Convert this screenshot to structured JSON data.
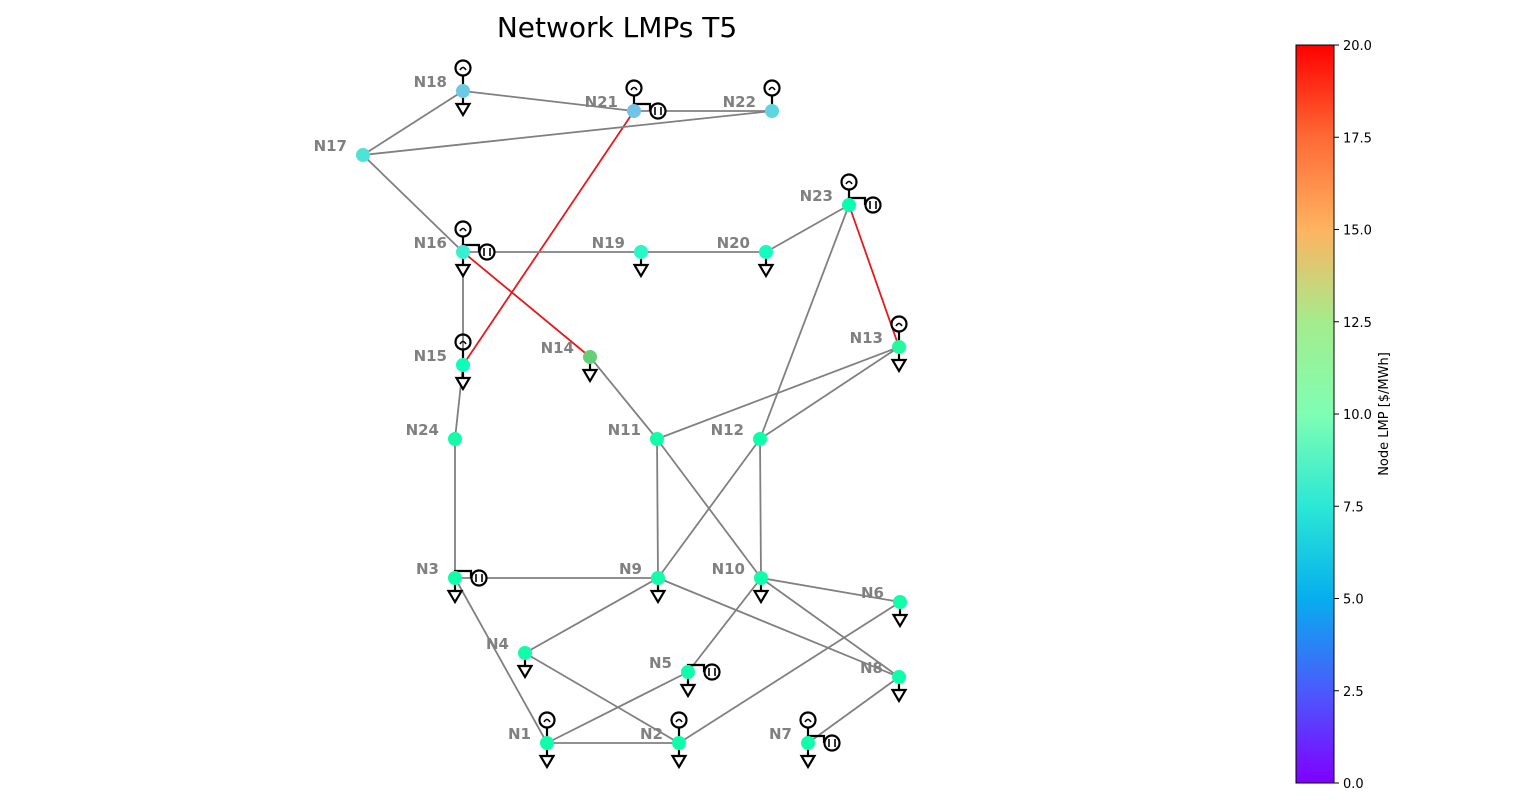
{
  "title": "Network LMPs T5",
  "colorbar": {
    "label": "Node LMP [$/MWh]",
    "min": 0.0,
    "max": 20.0,
    "colormap": "rainbow",
    "ticks": [
      "0.0",
      "2.5",
      "5.0",
      "7.5",
      "10.0",
      "12.5",
      "15.0",
      "17.5",
      "20.0"
    ]
  },
  "colors": {
    "line_normal": "#808080",
    "line_congested": "#e41a1c",
    "label": "#808080",
    "symbol": "#000000"
  },
  "nodes": [
    {
      "id": "N1",
      "lmp": 10.6,
      "gen": true,
      "load": true,
      "storage": false
    },
    {
      "id": "N2",
      "lmp": 10.6,
      "gen": true,
      "load": true,
      "storage": false
    },
    {
      "id": "N3",
      "lmp": 10.8,
      "gen": false,
      "load": true,
      "storage": true
    },
    {
      "id": "N4",
      "lmp": 10.7,
      "gen": false,
      "load": true,
      "storage": false
    },
    {
      "id": "N5",
      "lmp": 10.6,
      "gen": false,
      "load": true,
      "storage": true
    },
    {
      "id": "N6",
      "lmp": 10.7,
      "gen": false,
      "load": true,
      "storage": false
    },
    {
      "id": "N7",
      "lmp": 10.6,
      "gen": true,
      "load": true,
      "storage": true
    },
    {
      "id": "N8",
      "lmp": 10.6,
      "gen": false,
      "load": true,
      "storage": false
    },
    {
      "id": "N9",
      "lmp": 10.7,
      "gen": false,
      "load": true,
      "storage": false
    },
    {
      "id": "N10",
      "lmp": 10.6,
      "gen": false,
      "load": true,
      "storage": false
    },
    {
      "id": "N11",
      "lmp": 10.7,
      "gen": false,
      "load": false,
      "storage": false
    },
    {
      "id": "N12",
      "lmp": 10.6,
      "gen": false,
      "load": false,
      "storage": false
    },
    {
      "id": "N13",
      "lmp": 11.3,
      "gen": true,
      "load": true,
      "storage": false
    },
    {
      "id": "N14",
      "lmp": 14.0,
      "gen": false,
      "load": true,
      "storage": false
    },
    {
      "id": "N15",
      "lmp": 9.5,
      "gen": true,
      "load": true,
      "storage": false
    },
    {
      "id": "N16",
      "lmp": 7.8,
      "gen": true,
      "load": true,
      "storage": true
    },
    {
      "id": "N17",
      "lmp": 7.0,
      "gen": false,
      "load": false,
      "storage": false
    },
    {
      "id": "N18",
      "lmp": 5.8,
      "gen": true,
      "load": true,
      "storage": false
    },
    {
      "id": "N19",
      "lmp": 8.5,
      "gen": false,
      "load": true,
      "storage": false
    },
    {
      "id": "N20",
      "lmp": 9.3,
      "gen": false,
      "load": true,
      "storage": false
    },
    {
      "id": "N21",
      "lmp": 5.5,
      "gen": true,
      "load": false,
      "storage": true
    },
    {
      "id": "N22",
      "lmp": 6.3,
      "gen": true,
      "load": false,
      "storage": false
    },
    {
      "id": "N23",
      "lmp": 10.4,
      "gen": true,
      "load": false,
      "storage": true
    },
    {
      "id": "N24",
      "lmp": 10.8,
      "gen": false,
      "load": false,
      "storage": false
    }
  ],
  "lines": [
    {
      "from": "N1",
      "to": "N2",
      "congested": false
    },
    {
      "from": "N1",
      "to": "N3",
      "congested": false
    },
    {
      "from": "N1",
      "to": "N5",
      "congested": false
    },
    {
      "from": "N2",
      "to": "N4",
      "congested": false
    },
    {
      "from": "N2",
      "to": "N6",
      "congested": false
    },
    {
      "from": "N3",
      "to": "N9",
      "congested": false
    },
    {
      "from": "N3",
      "to": "N24",
      "congested": false
    },
    {
      "from": "N4",
      "to": "N9",
      "congested": false
    },
    {
      "from": "N5",
      "to": "N10",
      "congested": false
    },
    {
      "from": "N6",
      "to": "N10",
      "congested": false
    },
    {
      "from": "N7",
      "to": "N8",
      "congested": false
    },
    {
      "from": "N8",
      "to": "N9",
      "congested": false
    },
    {
      "from": "N8",
      "to": "N10",
      "congested": false
    },
    {
      "from": "N9",
      "to": "N11",
      "congested": false
    },
    {
      "from": "N9",
      "to": "N12",
      "congested": false
    },
    {
      "from": "N10",
      "to": "N11",
      "congested": false
    },
    {
      "from": "N10",
      "to": "N12",
      "congested": false
    },
    {
      "from": "N11",
      "to": "N13",
      "congested": false
    },
    {
      "from": "N11",
      "to": "N14",
      "congested": false
    },
    {
      "from": "N12",
      "to": "N13",
      "congested": false
    },
    {
      "from": "N12",
      "to": "N23",
      "congested": false
    },
    {
      "from": "N13",
      "to": "N23",
      "congested": true
    },
    {
      "from": "N14",
      "to": "N16",
      "congested": true
    },
    {
      "from": "N15",
      "to": "N16",
      "congested": false
    },
    {
      "from": "N15",
      "to": "N21",
      "congested": true
    },
    {
      "from": "N15",
      "to": "N24",
      "congested": false
    },
    {
      "from": "N16",
      "to": "N17",
      "congested": false
    },
    {
      "from": "N16",
      "to": "N19",
      "congested": false
    },
    {
      "from": "N17",
      "to": "N18",
      "congested": false
    },
    {
      "from": "N17",
      "to": "N22",
      "congested": false
    },
    {
      "from": "N18",
      "to": "N21",
      "congested": false
    },
    {
      "from": "N19",
      "to": "N20",
      "congested": false
    },
    {
      "from": "N20",
      "to": "N23",
      "congested": false
    },
    {
      "from": "N21",
      "to": "N22",
      "congested": false
    }
  ]
}
